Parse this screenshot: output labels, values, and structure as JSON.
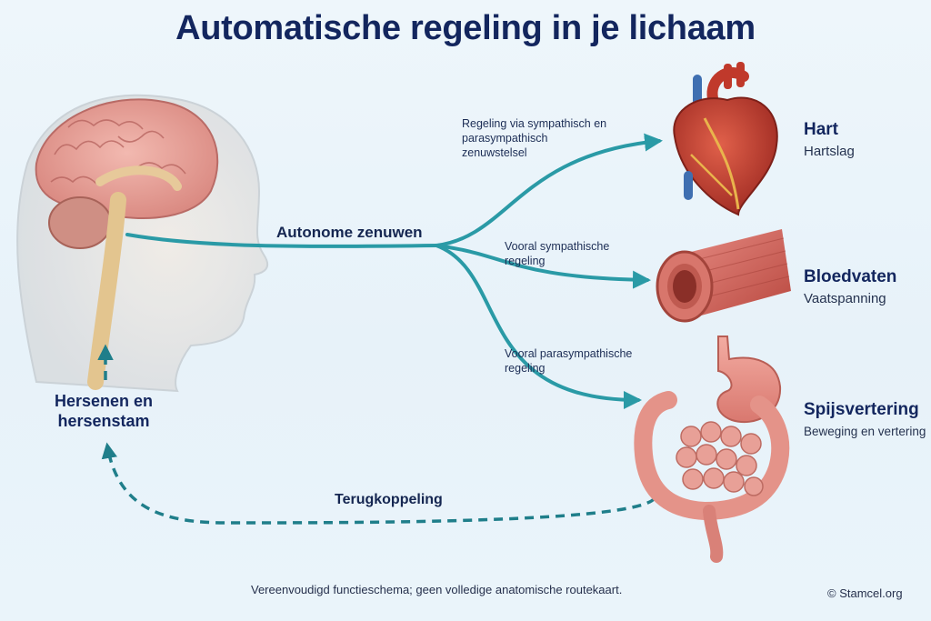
{
  "title": "Automatische regeling in je lichaam",
  "brain_label": "Hersenen en hersenstam",
  "nerves_label": "Autonome zenuwen",
  "feedback_label": "Terugkoppeling",
  "paths": [
    {
      "label": "Regeling via sympathisch en parasympathisch zenuwstelsel"
    },
    {
      "label": "Vooral sympathische regeling"
    },
    {
      "label": "Vooral parasympathische regeling"
    }
  ],
  "organs": [
    {
      "name": "Hart",
      "subtitle": "Hartslag",
      "icon": "heart-icon"
    },
    {
      "name": "Bloedvaten",
      "subtitle": "Vaatspanning",
      "icon": "blood-vessel-icon"
    },
    {
      "name": "Spijsvertering",
      "subtitle": "Beweging en vertering",
      "icon": "digestive-tract-icon"
    }
  ],
  "footer_note": "Vereenvoudigd functieschema; geen volledige anatomische routekaart.",
  "copyright": "© Stamcel.org",
  "colors": {
    "arrow": "#2a9aa6",
    "feedback_arrow": "#1f7e8a",
    "title": "#13265e",
    "background": "#eaf4fa"
  }
}
